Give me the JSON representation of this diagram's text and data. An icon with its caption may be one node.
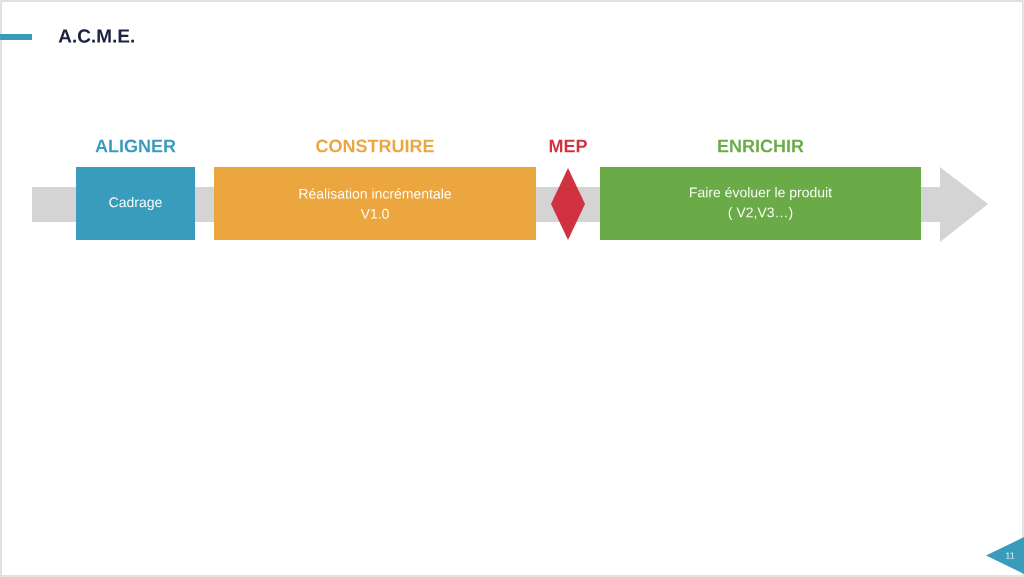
{
  "diagram": {
    "title": "A.C.M.E.",
    "nodes": [
      {
        "text": [
          "ALIGNER",
          "Cadrage"
        ]
      },
      {
        "text": [
          "CONSTRUIRE",
          "Réalisation incrémentale",
          "V1.0"
        ]
      },
      {
        "text": [
          "MEP"
        ]
      },
      {
        "text": [
          "ENRICHIR",
          "Faire évoluer le produit",
          "( V2,V3…)"
        ]
      }
    ],
    "edges": [],
    "labels": [
      "11"
    ]
  }
}
